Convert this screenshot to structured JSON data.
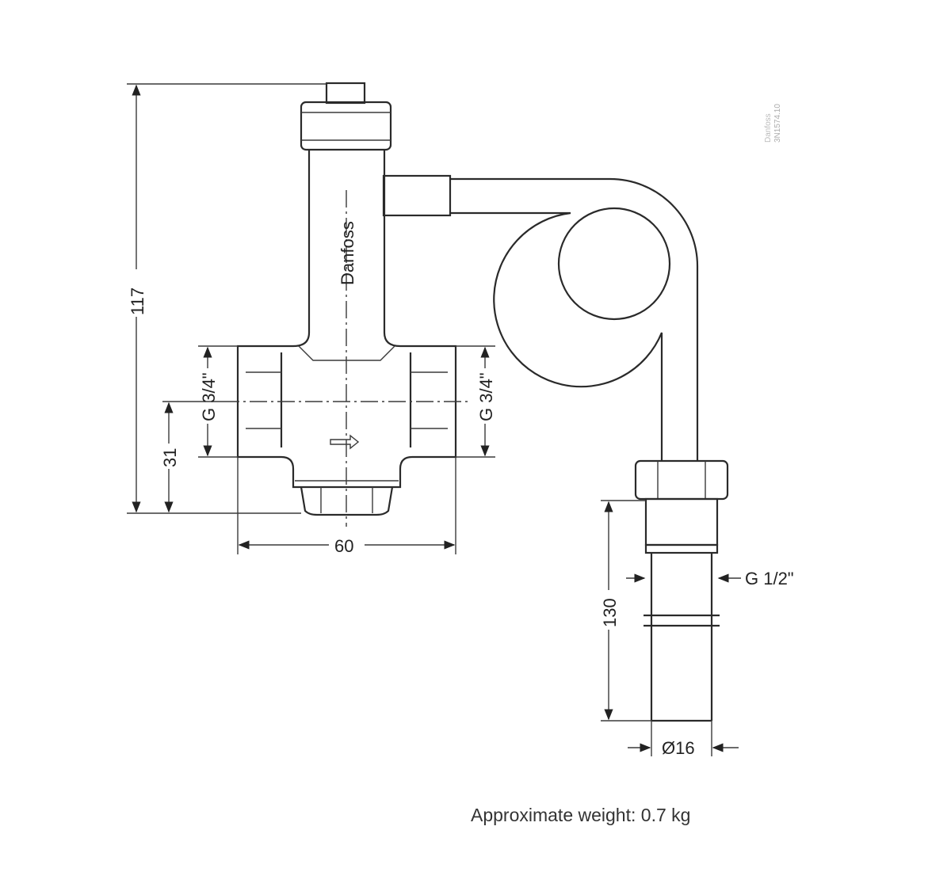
{
  "brand": "Danfoss",
  "drawing_ref": "3N1574.10",
  "dimensions": {
    "height_total": "117",
    "port_height": "31",
    "body_width": "60",
    "inlet_thread": "G 3/4\"",
    "outlet_thread": "G 3/4\"",
    "sensor_length": "130",
    "sensor_thread": "G 1/2\"",
    "sensor_diameter": "Ø16"
  },
  "labels": {
    "weight": "Approximate weight: 0.7 kg"
  }
}
